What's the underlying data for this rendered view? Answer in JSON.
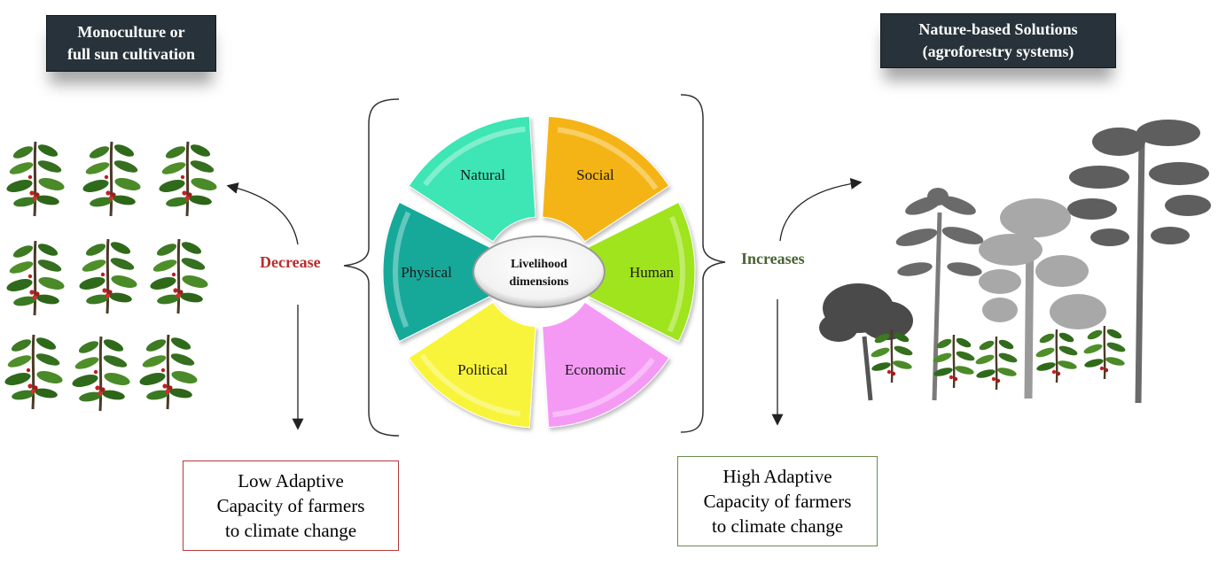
{
  "left_panel": {
    "title_line1": "Monoculture or",
    "title_line2": "full sun cultivation",
    "effect_label": "Decrease",
    "outcome_line1": "Low Adaptive",
    "outcome_line2": "Capacity of farmers",
    "outcome_line3": "to climate  change"
  },
  "right_panel": {
    "title_line1": "Nature-based Solutions",
    "title_line2": "(agroforestry systems)",
    "effect_label": "Increases",
    "outcome_line1": "High Adaptive",
    "outcome_line2": "Capacity of farmers",
    "outcome_line3": "to climate  change"
  },
  "center": {
    "line1": "Livelihood",
    "line2": "dimensions"
  },
  "dimensions": [
    {
      "label": "Natural",
      "color": "#3ee6b4"
    },
    {
      "label": "Social",
      "color": "#f5b414"
    },
    {
      "label": "Human",
      "color": "#9fe41a"
    },
    {
      "label": "Economic",
      "color": "#f49af4"
    },
    {
      "label": "Political",
      "color": "#f8f43a"
    },
    {
      "label": "Physical",
      "color": "#12a99a"
    }
  ],
  "colors": {
    "title_box": "#27323a",
    "decrease": "#b82e2e",
    "increase": "#4a6331",
    "low_border": "#b33a3a",
    "high_border": "#6a8c4a"
  },
  "icons": {
    "left_illustration": "coffee-plant-icon",
    "right_illustration": "agroforest-trees-icon"
  }
}
